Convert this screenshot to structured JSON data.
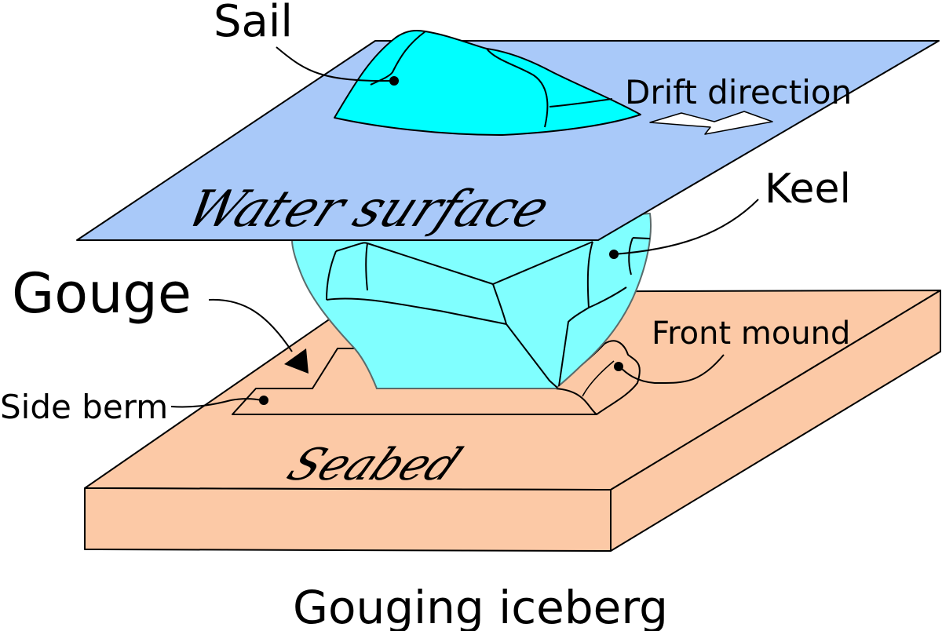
{
  "labels": {
    "sail": "Sail",
    "drift_direction": "Drift direction",
    "water_surface": "Water surface",
    "keel": "Keel",
    "gouge": "Gouge",
    "front_mound": "Front mound",
    "side_berm": "Side berm",
    "seabed": "Seabed",
    "caption": "Gouging iceberg"
  },
  "colors": {
    "water_surface": "#a9c9f9",
    "sail_ice": "#00ffff",
    "keel_ice": "#80ffff",
    "seabed": "#fcc9a6",
    "outline": "#000000"
  }
}
